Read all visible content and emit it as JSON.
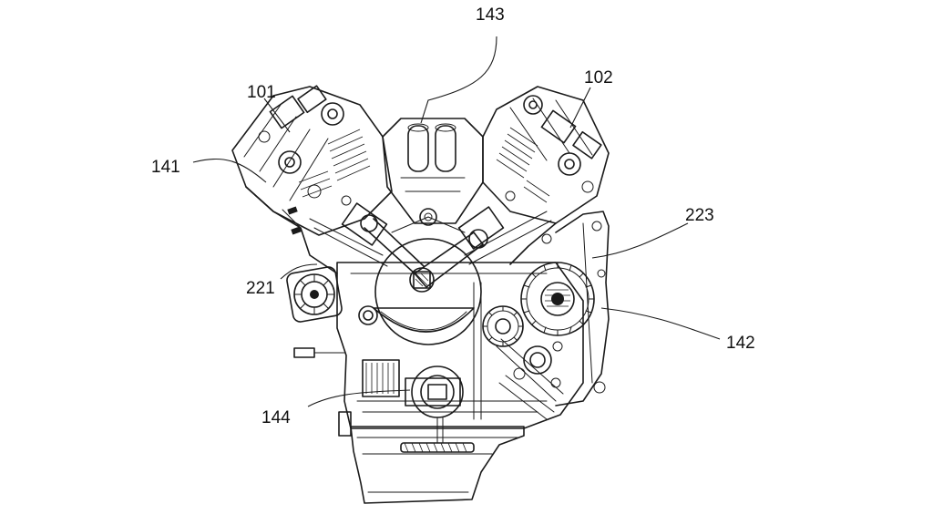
{
  "figure": {
    "callouts": [
      {
        "id": "143",
        "text": "143"
      },
      {
        "id": "101",
        "text": "101"
      },
      {
        "id": "102",
        "text": "102"
      },
      {
        "id": "141",
        "text": "141"
      },
      {
        "id": "223",
        "text": "223"
      },
      {
        "id": "221",
        "text": "221"
      },
      {
        "id": "142",
        "text": "142"
      },
      {
        "id": "144",
        "text": "144"
      }
    ]
  }
}
